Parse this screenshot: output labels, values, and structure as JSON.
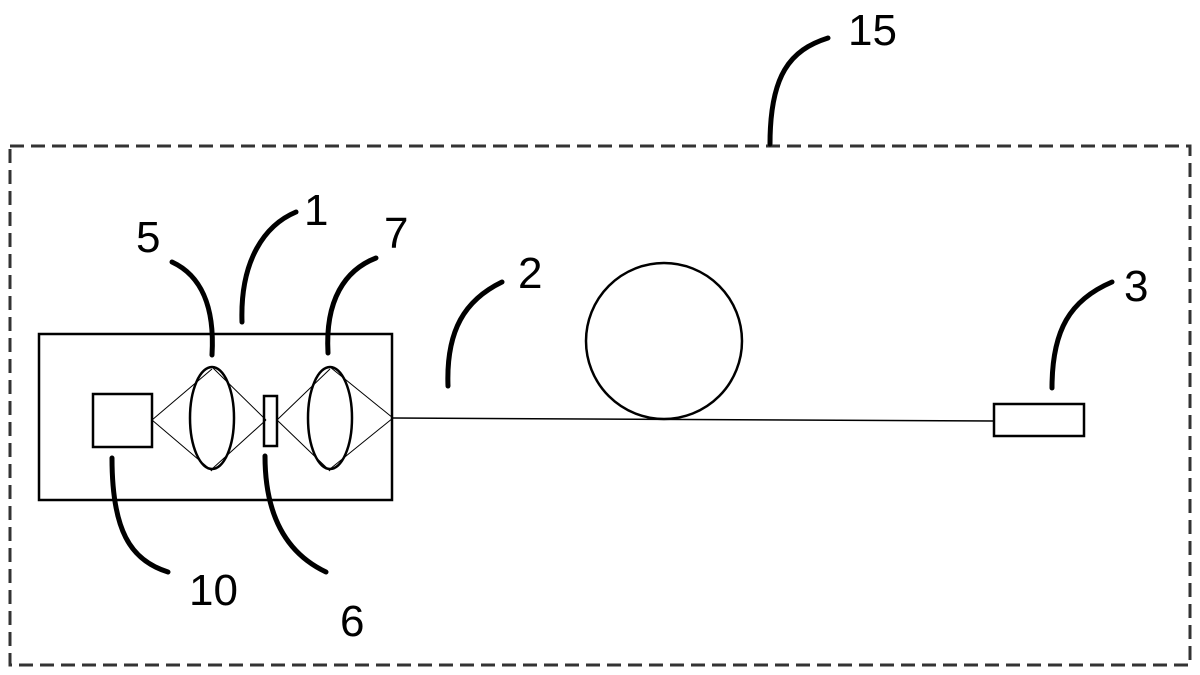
{
  "diagram": {
    "labels": {
      "enclosure": "15",
      "housing": "1",
      "fiber": "2",
      "end_device": "3",
      "lens_first": "5",
      "optical_element": "6",
      "lens_second": "7",
      "source": "10"
    }
  }
}
